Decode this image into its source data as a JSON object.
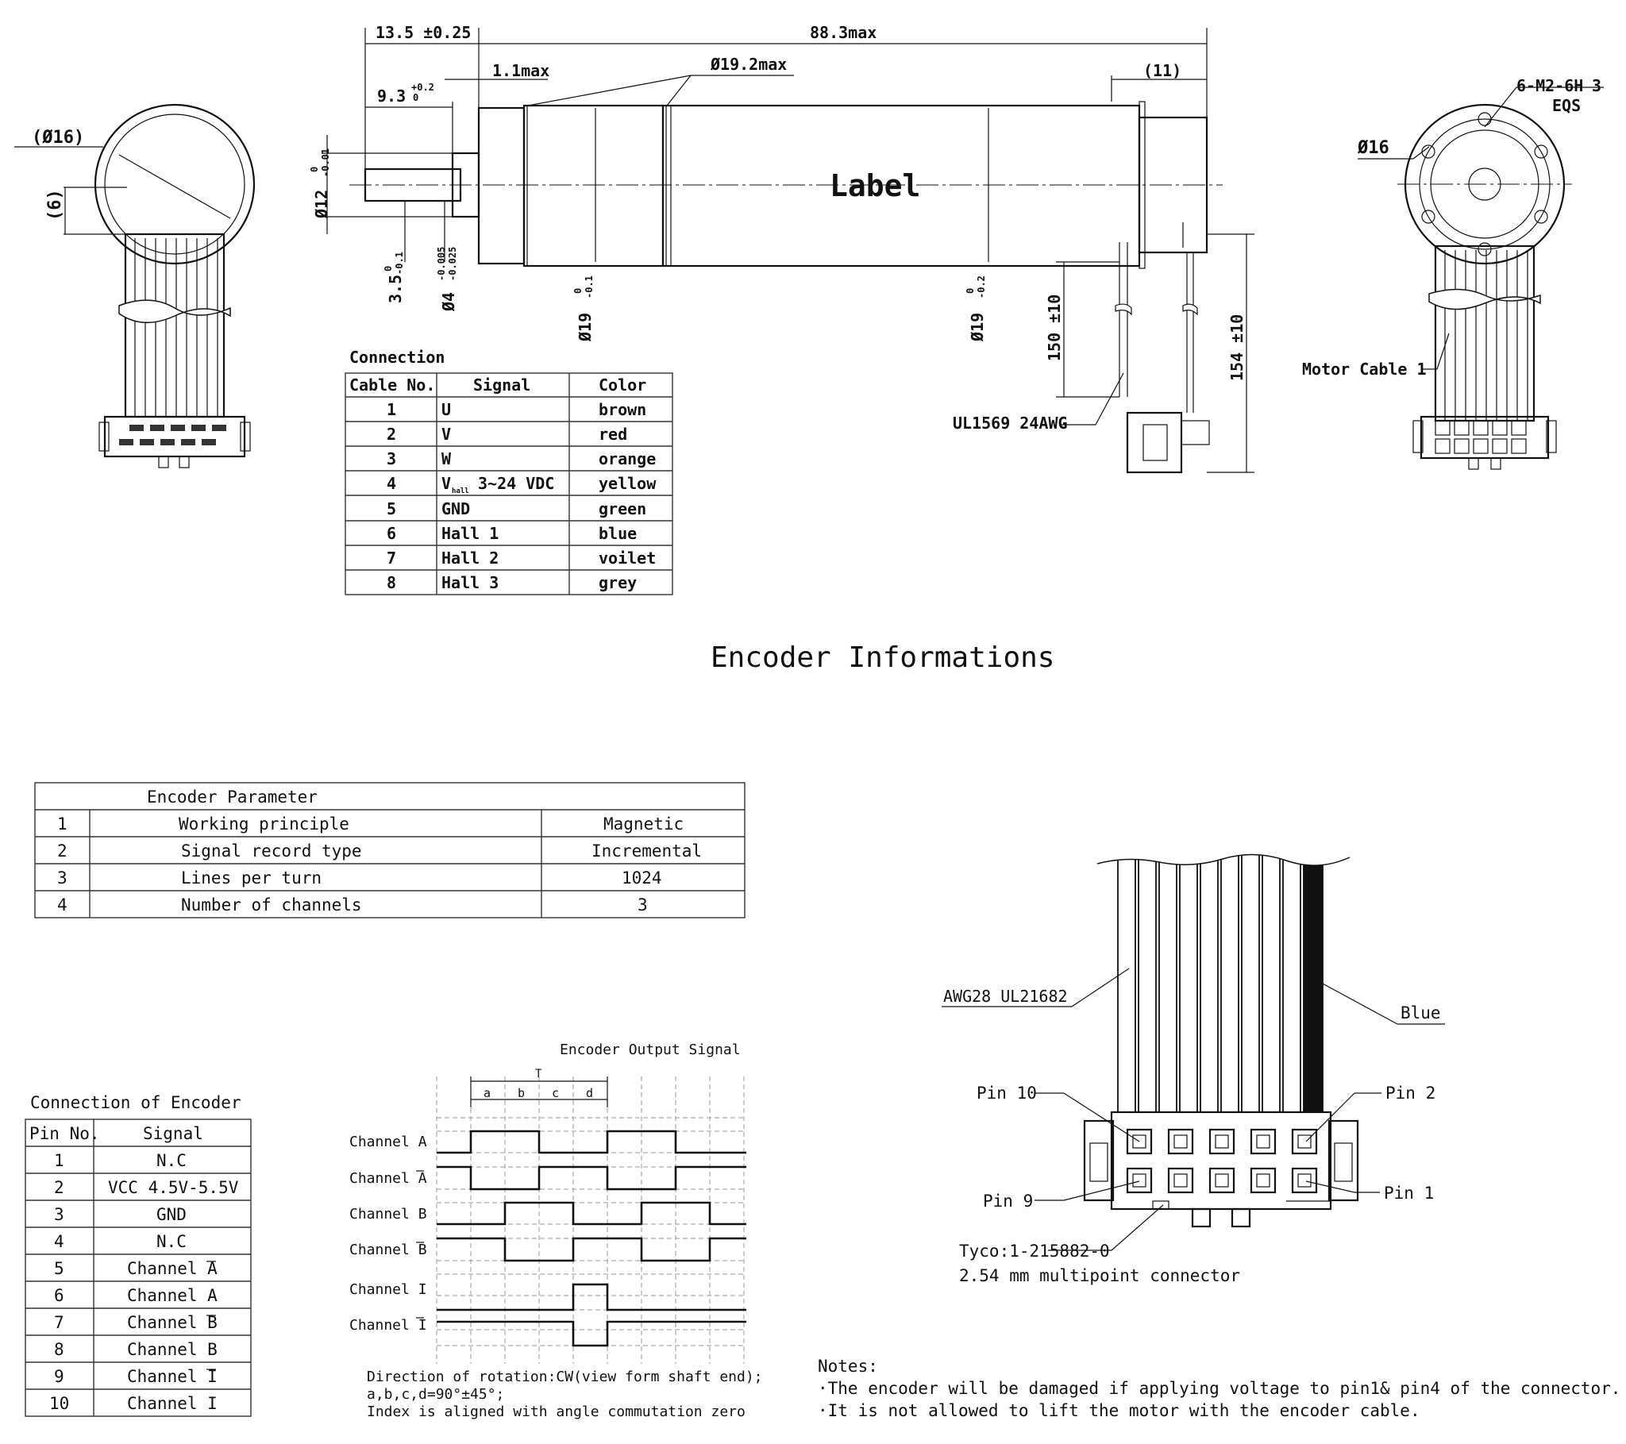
{
  "drawing": {
    "dims": {
      "shaft_len": "13.5 ±0.25",
      "total_len": "88.3max",
      "flange": "1.1max",
      "body_dia": "Ø19.2max",
      "rear": "(11)",
      "shaft_step": "9.3",
      "shaft_step_tol_up": "+0.2",
      "shaft_step_tol_dn": "0",
      "shaft_dia": "Ø12",
      "flat": "3.5",
      "shaft_small": "Ø4",
      "body_dia_a": "Ø19",
      "body_dia_b": "Ø19",
      "tol_0": "0",
      "tol_m01": "-0.1",
      "tol_m02": "-0.2",
      "tol_m001": "-0.01",
      "tol_m0005": "-0.005",
      "tol_m0025": "-0.025",
      "len_150": "150 ±10",
      "len_154": "154 ±10",
      "left_dia": "(Ø16)",
      "left_6": "(6)",
      "right_dia": "Ø16",
      "right_holes": "6-M2-6H",
      "right_depth": "3",
      "right_eqs": "EQS"
    },
    "label": "Label",
    "wire_note": "UL1569 24AWG",
    "motor_cable": "Motor Cable 1"
  },
  "connection": {
    "title": "Connection",
    "headers": [
      "Cable No.",
      "Signal",
      "Color"
    ],
    "rows": [
      [
        "1",
        "U",
        "brown"
      ],
      [
        "2",
        "V",
        "red"
      ],
      [
        "3",
        "W",
        "orange"
      ],
      [
        "4",
        "V",
        "yellow"
      ],
      [
        "5",
        "GND",
        "green"
      ],
      [
        "6",
        "Hall 1",
        "blue"
      ],
      [
        "7",
        "Hall 2",
        "voilet"
      ],
      [
        "8",
        "Hall 3",
        "grey"
      ]
    ],
    "vhall_sub": "hall",
    "vhall_range": "3~24 VDC"
  },
  "encoder_title": "Encoder Informations",
  "encoder_params": {
    "title": "Encoder Parameter",
    "rows": [
      [
        "1",
        "Working principle",
        "Magnetic"
      ],
      [
        "2",
        "Signal record type",
        "Incremental"
      ],
      [
        "3",
        "Lines per turn",
        "1024"
      ],
      [
        "4",
        "Number of channels",
        "3"
      ]
    ]
  },
  "encoder_connection": {
    "title": "Connection of Encoder",
    "headers": [
      "Pin No.",
      "Signal"
    ],
    "rows": [
      [
        "1",
        "N.C"
      ],
      [
        "2",
        "VCC 4.5V-5.5V"
      ],
      [
        "3",
        "GND"
      ],
      [
        "4",
        "N.C"
      ],
      [
        "5",
        "Channel A"
      ],
      [
        "6",
        "Channel A"
      ],
      [
        "7",
        "Channel B"
      ],
      [
        "8",
        "Channel B"
      ],
      [
        "9",
        "Channel I"
      ],
      [
        "10",
        "Channel I"
      ]
    ],
    "overbar_rows": [
      5,
      7,
      9
    ]
  },
  "signal": {
    "title": "Encoder Output Signal",
    "period": "T",
    "segments": [
      "a",
      "b",
      "c",
      "d"
    ],
    "channels": [
      "Channel A",
      "Channel A",
      "Channel B",
      "Channel B",
      "Channel I",
      "Channel I"
    ],
    "overbar": [
      false,
      true,
      false,
      true,
      false,
      true
    ],
    "notes": [
      "Direction of rotation:CW(view form shaft end);",
      "a,b,c,d=90°±45°;",
      "Index is aligned with angle commutation zero"
    ]
  },
  "connector": {
    "cable": "AWG28 UL21682",
    "blue": "Blue",
    "pin10": "Pin 10",
    "pin2": "Pin 2",
    "pin9": "Pin 9",
    "pin1": "Pin 1",
    "part": "Tyco:1-215882-0",
    "desc": "2.54 mm multipoint connector"
  },
  "notes": {
    "title": "Notes:",
    "items": [
      "·The encoder will be damaged if applying voltage to pin1& pin4 of the connector.",
      "·It is not allowed to lift the motor with the encoder cable."
    ]
  }
}
